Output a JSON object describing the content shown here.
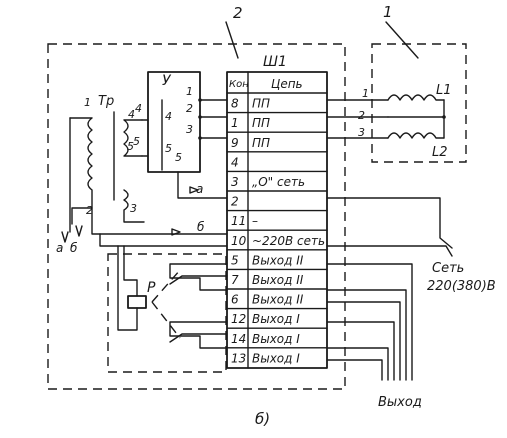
{
  "callouts": {
    "first": "1",
    "second": "2"
  },
  "connector": {
    "title": "Ш1",
    "header_pin": "Кон",
    "header_circuit": "Цепь",
    "rows": [
      {
        "pin": "8",
        "circuit": "ПП"
      },
      {
        "pin": "1",
        "circuit": "ПП"
      },
      {
        "pin": "9",
        "circuit": "ПП"
      },
      {
        "pin": "4",
        "circuit": ""
      },
      {
        "pin": "3",
        "circuit": "„О\" сеть"
      },
      {
        "pin": "2",
        "circuit": ""
      },
      {
        "pin": "11",
        "circuit": "–"
      },
      {
        "pin": "10",
        "circuit": "~220В сеть"
      },
      {
        "pin": "5",
        "circuit": "Выход II"
      },
      {
        "pin": "7",
        "circuit": "Выход II"
      },
      {
        "pin": "6",
        "circuit": "Выход II"
      },
      {
        "pin": "12",
        "circuit": "Выход I"
      },
      {
        "pin": "14",
        "circuit": "Выход I"
      },
      {
        "pin": "13",
        "circuit": "Выход I"
      }
    ]
  },
  "amplifier": {
    "label": "У",
    "left_pins": [
      "4",
      "5"
    ],
    "right_pins": [
      "1",
      "2",
      "3"
    ],
    "inner_left": [
      "4",
      "5"
    ],
    "inner_right": "5"
  },
  "transformer": {
    "label": "Тр",
    "pins": {
      "p1": "1",
      "p2": "2",
      "p3": "3",
      "p4": "4",
      "p5": "5"
    },
    "leads": [
      "а",
      "б"
    ]
  },
  "wire_labels": {
    "a": "а",
    "b": "б"
  },
  "relay": {
    "label": "Р"
  },
  "coils": {
    "pins": [
      "1",
      "2",
      "3"
    ],
    "L1": "L1",
    "L2": "L2"
  },
  "mains": {
    "line1": "Сеть",
    "line2": "220(380)В"
  },
  "output_label": "Выход",
  "caption": "б)"
}
